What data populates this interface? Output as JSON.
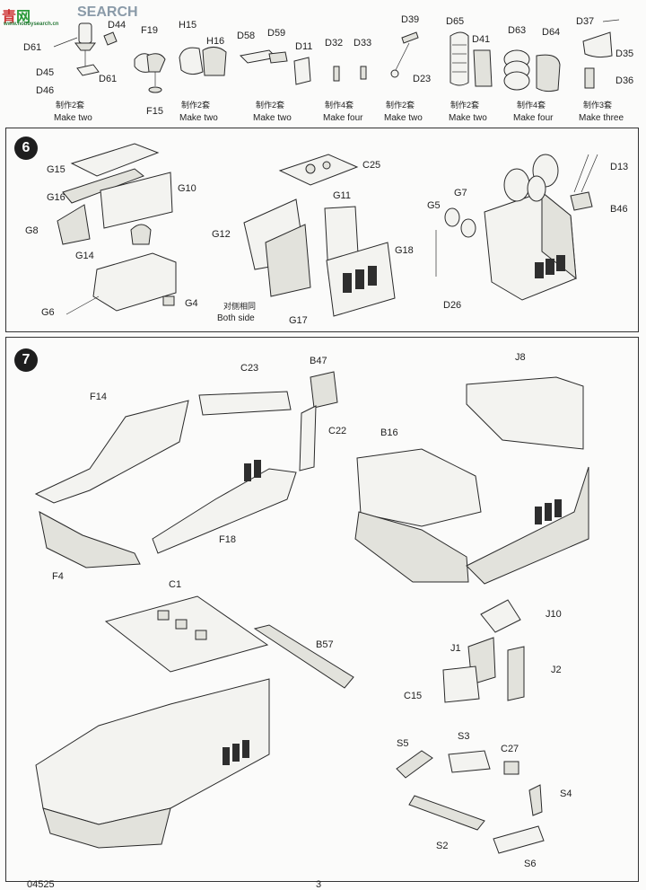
{
  "watermark": {
    "cn": "青",
    "cn2": "网",
    "search": "SEARCH",
    "url": "www.hobbysearch.cn"
  },
  "steps": {
    "step6": "6",
    "step7": "7"
  },
  "top": {
    "labels": [
      "D44",
      "D61",
      "D45",
      "D46",
      "D61",
      "F19",
      "F15",
      "H15",
      "H16",
      "D58",
      "D59",
      "D11",
      "D32",
      "D33",
      "D39",
      "D23",
      "D65",
      "D41",
      "D63",
      "D64",
      "D37",
      "D35",
      "D36"
    ],
    "groups": [
      {
        "cn": "制作2套",
        "en": "Make two"
      },
      {
        "cn": "制作2套",
        "en": "Make two"
      },
      {
        "cn": "制作2套",
        "en": "Make two"
      },
      {
        "cn": "制作4套",
        "en": "Make four"
      },
      {
        "cn": "制作2套",
        "en": "Make two"
      },
      {
        "cn": "制作2套",
        "en": "Make two"
      },
      {
        "cn": "制作4套",
        "en": "Make four"
      },
      {
        "cn": "制作3套",
        "en": "Make three"
      }
    ]
  },
  "step6": {
    "labels": [
      "G15",
      "G16",
      "G10",
      "G8",
      "G14",
      "G4",
      "G6",
      "C25",
      "G11",
      "G12",
      "G18",
      "G17",
      "G5",
      "G7",
      "D13",
      "B46",
      "D26"
    ],
    "note_cn": "对侧相同",
    "note_en": "Both side"
  },
  "step7": {
    "labels": [
      "C23",
      "B47",
      "F14",
      "C22",
      "F18",
      "F4",
      "J8",
      "B16",
      "C1",
      "B57",
      "J10",
      "J1",
      "J2",
      "C15",
      "S5",
      "S3",
      "C27",
      "S4",
      "S2",
      "S6"
    ]
  },
  "footer": {
    "code": "04525",
    "page": "3"
  }
}
